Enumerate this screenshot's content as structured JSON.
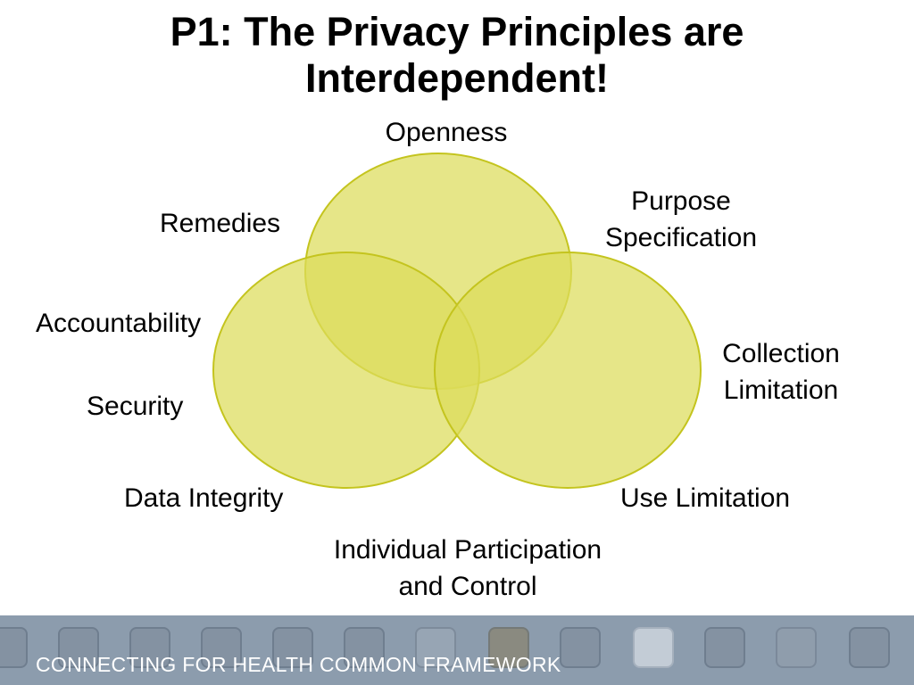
{
  "title": {
    "line1": "P1: The Privacy Principles are",
    "line2": "Interdependent!"
  },
  "colors": {
    "circle_fill": "#dcdc5a",
    "circle_stroke": "#c4c41e",
    "footer_bg": "#8c9cad",
    "footer_text": "#ffffff"
  },
  "labels": {
    "openness": "Openness",
    "purpose_line1": "Purpose",
    "purpose_line2": "Specification",
    "remedies": "Remedies",
    "accountability": "Accountability",
    "collection_line1": "Collection",
    "collection_line2": "Limitation",
    "security": "Security",
    "data_integrity": "Data Integrity",
    "use_limitation": "Use Limitation",
    "individual_line1": "Individual Participation",
    "individual_line2": "and Control"
  },
  "footer": {
    "text": "CONNECTING FOR HEALTH COMMON FRAMEWORK"
  }
}
